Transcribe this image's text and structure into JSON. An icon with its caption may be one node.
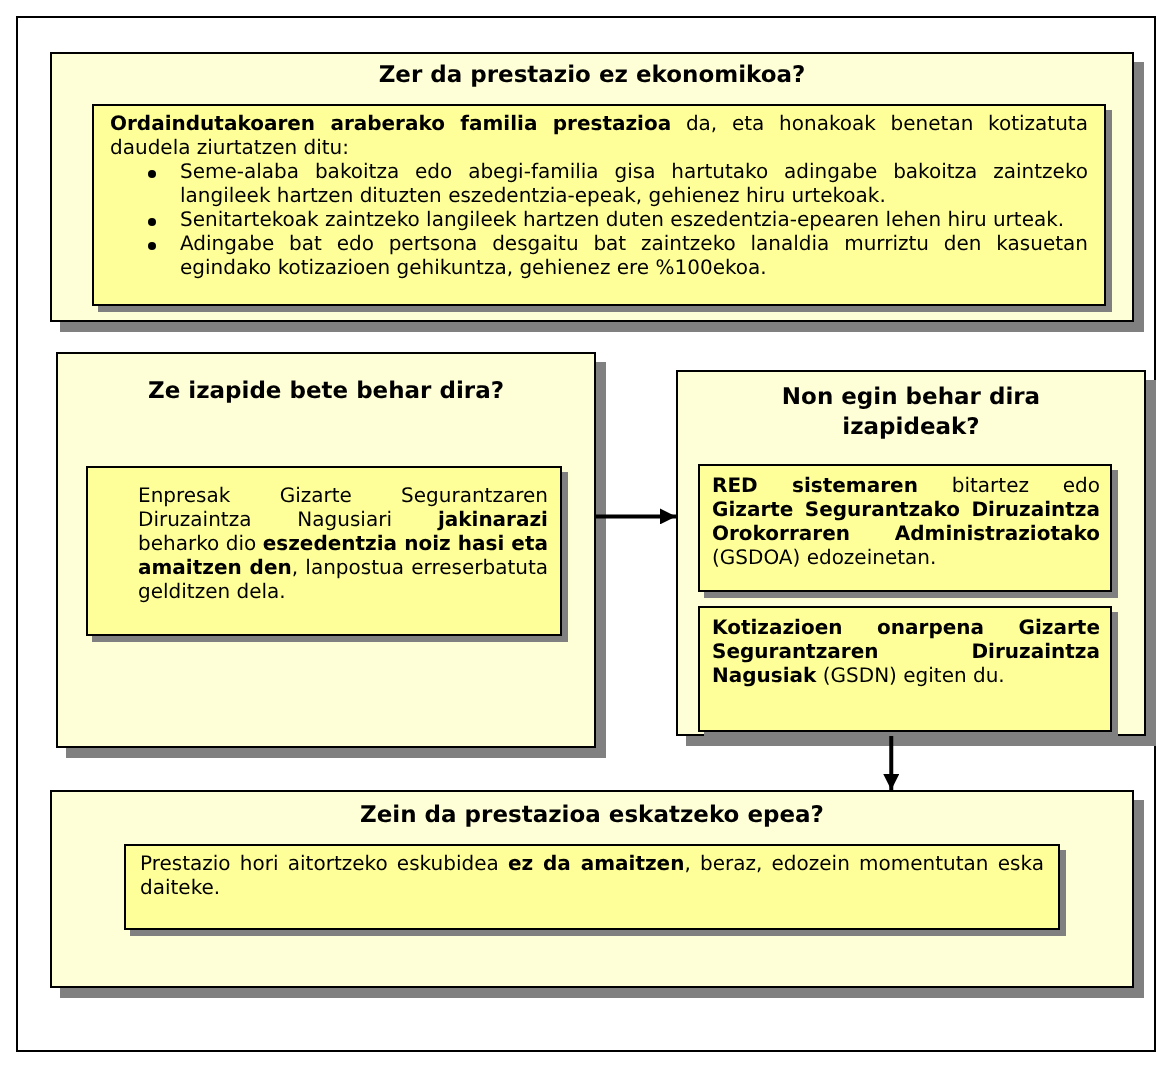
{
  "diagram": {
    "nodes": [
      {
        "text": [
          "Zer da prestazio ez ekonomikoa?"
        ]
      },
      {
        "text": [
          "**Ordaindutakoaren araberako familia prestazioa** da, eta honakoak benetan kotizatuta daudela ziurtatzen ditu:",
          "Seme-alaba bakoitza edo abegi-familia gisa hartutako adingabe bakoitza zaintzeko langileek hartzen dituzten eszedentzia-epeak, gehienez hiru urtekoak.",
          "Senitartekoak zaintzeko langileek hartzen duten eszedentzia-epearen lehen hiru urteak.",
          "Adingabe bat edo pertsona desgaitu bat zaintzeko lanaldia murriztu den kasuetan egindako kotizazioen gehikuntza, gehienez ere %100ekoa."
        ],
        "in": 0
      },
      {
        "text": [
          "Ze izapide bete behar dira?"
        ]
      },
      {
        "text": [
          "Enpresak Gizarte Segurantzaren Diruzaintza Nagusiari **jakinarazi** beharko dio **eszedentzia noiz hasi eta amaitzen den**, lanpostua erreserbatuta gelditzen dela."
        ],
        "in": 2
      },
      {
        "text": [
          "Non egin behar dira izapideak?"
        ]
      },
      {
        "text": [
          "**RED sistemaren** bitartez edo **Gizarte Segurantzako Diruzaintza Orokorraren Administraziotako** (GSDOA) edozeinetan."
        ],
        "in": 4
      },
      {
        "text": [
          "**Kotizazioen onarpena Gizarte Segurantzaren Diruzaintza Nagusiak** (GSDN) egiten du."
        ],
        "in": 4
      },
      {
        "text": [
          "Zein da prestazioa eskatzeko epea?"
        ]
      },
      {
        "text": [
          "Prestazio hori aitortzeko eskubidea **ez da amaitzen**, beraz, edozein momentutan eska daiteke."
        ],
        "in": 7
      }
    ],
    "edges": [
      {
        "from": 2,
        "to": 4,
        "arrow": "to"
      },
      {
        "from": 4,
        "to": 7,
        "arrow": "to"
      }
    ]
  }
}
